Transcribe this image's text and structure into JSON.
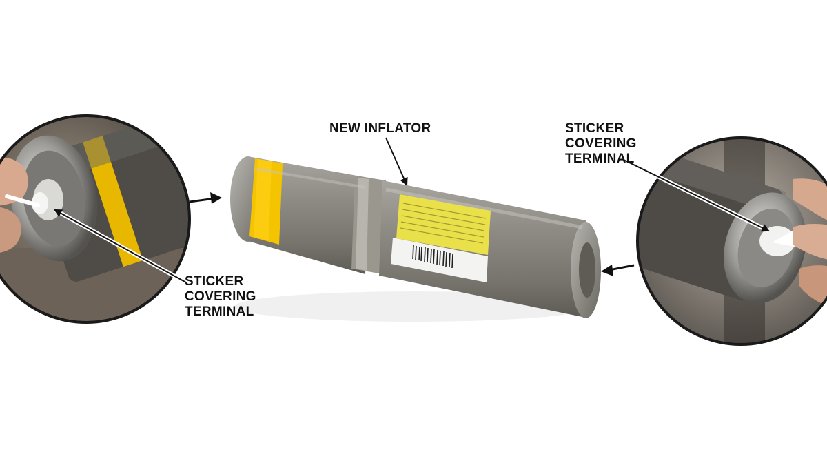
{
  "labels": {
    "new_inflator": "NEW INFLATOR",
    "left_sticker": [
      "STICKER",
      "COVERING",
      "TERMINAL"
    ],
    "right_sticker": [
      "STICKER",
      "COVERING",
      "TERMINAL"
    ]
  },
  "colors": {
    "background": "#ffffff",
    "inflator_body": "#8e8b84",
    "yellow_band": "#f4c400",
    "warning_label": "#e9e04a",
    "callout_text": "#111111"
  }
}
